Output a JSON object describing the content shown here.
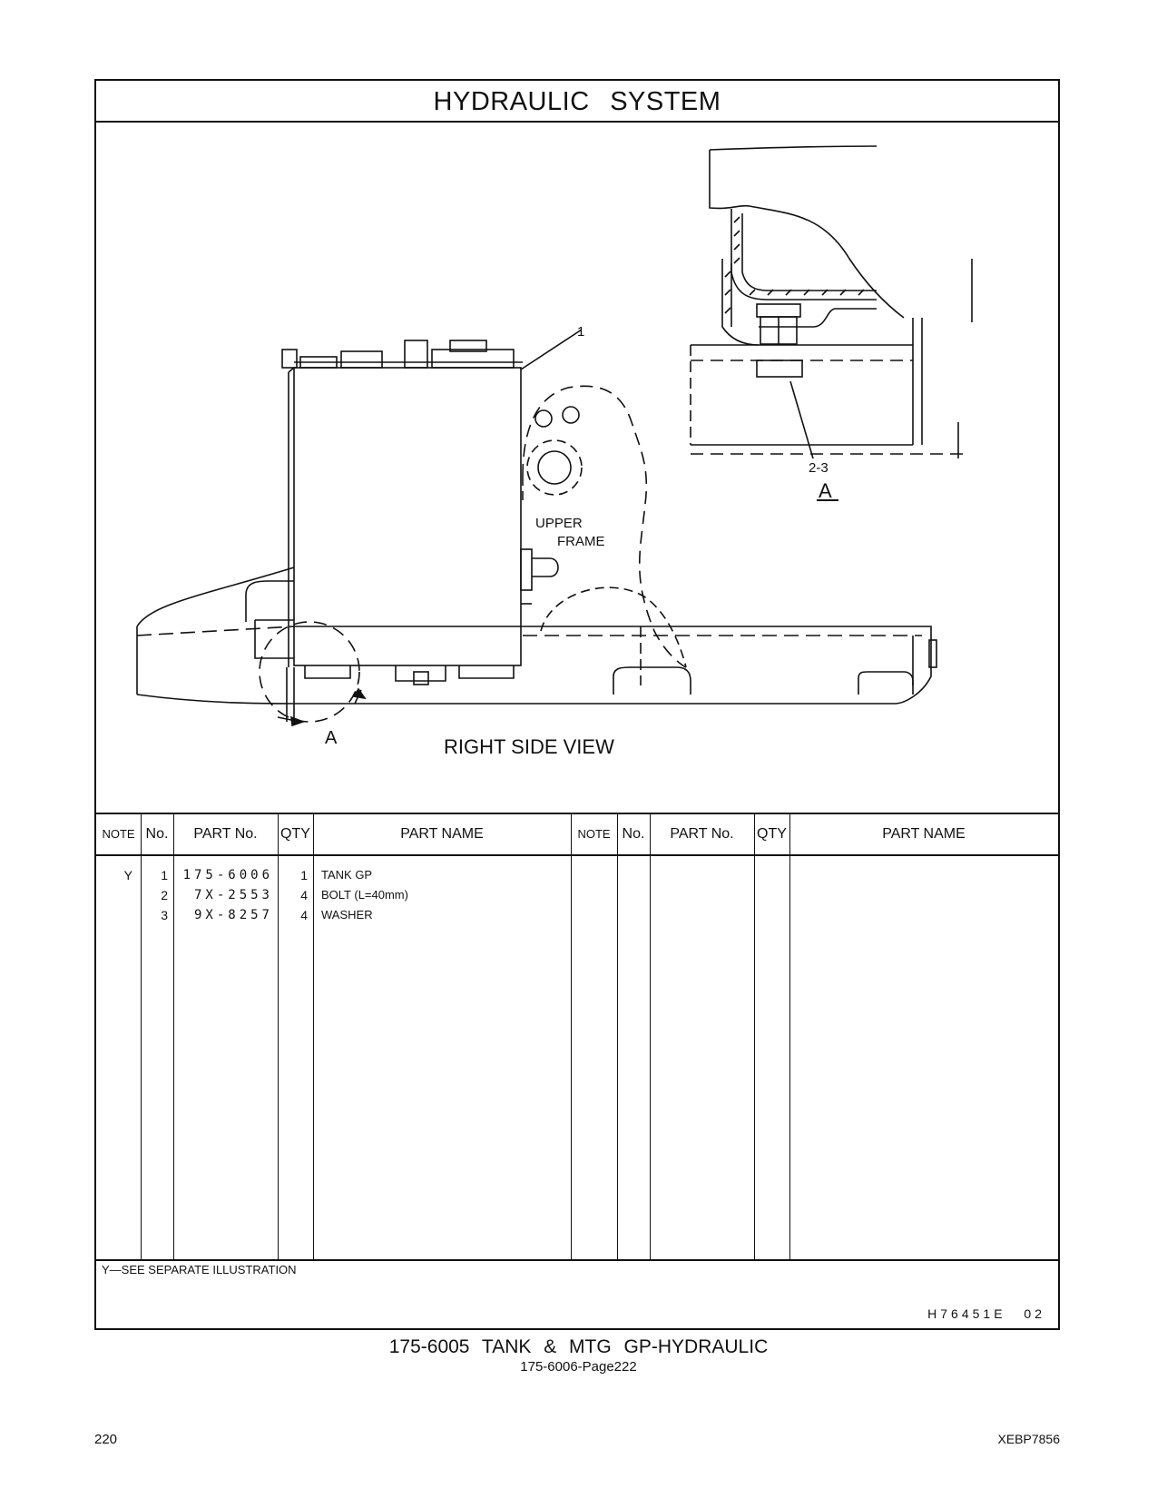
{
  "header": {
    "title": "HYDRAULIC   SYSTEM"
  },
  "illustration": {
    "callout_1": "1",
    "callout_2_3": "2-3",
    "detail_label": "A",
    "detail_ref": "A",
    "upper_frame_line1": "UPPER",
    "upper_frame_line2": "FRAME",
    "view_label": "RIGHT SIDE VIEW"
  },
  "table": {
    "headers": {
      "note": "NOTE",
      "no": "No.",
      "part_no": "PART No.",
      "qty": "QTY",
      "part_name": "PART NAME"
    },
    "rows": [
      {
        "note": "Y",
        "no": "1",
        "part_no": "175-6006",
        "qty": "1",
        "part_name": "TANK  GP"
      },
      {
        "note": "",
        "no": "2",
        "part_no": "7X-2553",
        "qty": "4",
        "part_name": "BOLT (L=40mm)"
      },
      {
        "note": "",
        "no": "3",
        "part_no": "9X-8257",
        "qty": "4",
        "part_name": "WASHER"
      }
    ]
  },
  "footnote": "Y—SEE  SEPARATE  ILLUSTRATION",
  "illustration_ref": "H76451E   02",
  "group_title": "175-6005   TANK  &  MTG  GP-HYDRAULIC",
  "group_subtitle": "175-6006-Page222",
  "page_number": "220",
  "document_id": "XEBP7856"
}
